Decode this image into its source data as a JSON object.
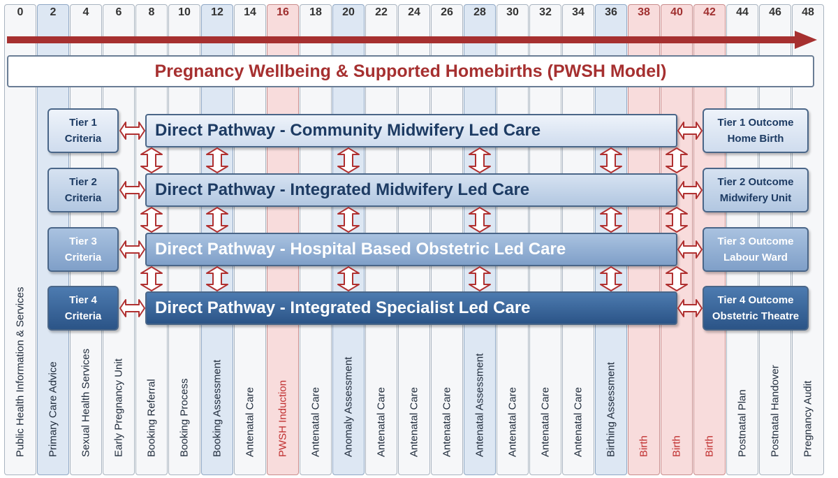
{
  "title": "Pregnancy Wellbeing & Supported Homebirths (PWSH Model)",
  "colors": {
    "title_text": "#a63030",
    "timeline_arrow": "#a63030",
    "connector_arrow": "#b03030",
    "highlight_blue": "#dde7f3",
    "highlight_red": "#f8dcdc"
  },
  "timeline": [
    {
      "week": "0",
      "label": "Public Health Information & Services",
      "style": "normal"
    },
    {
      "week": "2",
      "label": "Primary Care Advice",
      "style": "blue"
    },
    {
      "week": "4",
      "label": "Sexual Health Services",
      "style": "normal"
    },
    {
      "week": "6",
      "label": "Early Pregnancy Unit",
      "style": "normal"
    },
    {
      "week": "8",
      "label": "Booking Referral",
      "style": "normal"
    },
    {
      "week": "10",
      "label": "Booking Process",
      "style": "normal"
    },
    {
      "week": "12",
      "label": "Booking Assessment",
      "style": "blue"
    },
    {
      "week": "14",
      "label": "Antenatal Care",
      "style": "normal"
    },
    {
      "week": "16",
      "label": "PWSH Induction",
      "style": "red"
    },
    {
      "week": "18",
      "label": "Antenatal Care",
      "style": "normal"
    },
    {
      "week": "20",
      "label": "Anomaly Assessment",
      "style": "blue"
    },
    {
      "week": "22",
      "label": "Antenatal Care",
      "style": "normal"
    },
    {
      "week": "24",
      "label": "Antenatal Care",
      "style": "normal"
    },
    {
      "week": "26",
      "label": "Antenatal Care",
      "style": "normal"
    },
    {
      "week": "28",
      "label": "Antenatal Assessment",
      "style": "blue"
    },
    {
      "week": "30",
      "label": "Antenatal Care",
      "style": "normal"
    },
    {
      "week": "32",
      "label": "Antenatal Care",
      "style": "normal"
    },
    {
      "week": "34",
      "label": "Antenatal Care",
      "style": "normal"
    },
    {
      "week": "36",
      "label": "Birthing Assessment",
      "style": "blue"
    },
    {
      "week": "38",
      "label": "Birth",
      "style": "red"
    },
    {
      "week": "40",
      "label": "Birth",
      "style": "red"
    },
    {
      "week": "42",
      "label": "Birth",
      "style": "red"
    },
    {
      "week": "44",
      "label": "Postnatal Plan",
      "style": "normal"
    },
    {
      "week": "46",
      "label": "Postnatal Handover",
      "style": "normal"
    },
    {
      "week": "48",
      "label": "Pregnancy Audit",
      "style": "normal"
    }
  ],
  "tiers": [
    {
      "criteria": [
        "Tier 1",
        "Criteria"
      ],
      "pathway": "Direct Pathway - Community Midwifery Led Care",
      "outcome": [
        "Tier 1 Outcome",
        "Home Birth"
      ]
    },
    {
      "criteria": [
        "Tier 2",
        "Criteria"
      ],
      "pathway": "Direct Pathway - Integrated Midwifery Led Care",
      "outcome": [
        "Tier 2 Outcome",
        "Midwifery Unit"
      ]
    },
    {
      "criteria": [
        "Tier 3",
        "Criteria"
      ],
      "pathway": "Direct Pathway - Hospital Based Obstetric Led Care",
      "outcome": [
        "Tier 3 Outcome",
        "Labour Ward"
      ]
    },
    {
      "criteria": [
        "Tier 4",
        "Criteria"
      ],
      "pathway": "Direct Pathway - Integrated Specialist Led Care",
      "outcome": [
        "Tier 4 Outcome",
        "Obstetric Theatre"
      ]
    }
  ],
  "transfer_point_weeks": [
    "8",
    "12",
    "20",
    "28",
    "36",
    "40"
  ]
}
